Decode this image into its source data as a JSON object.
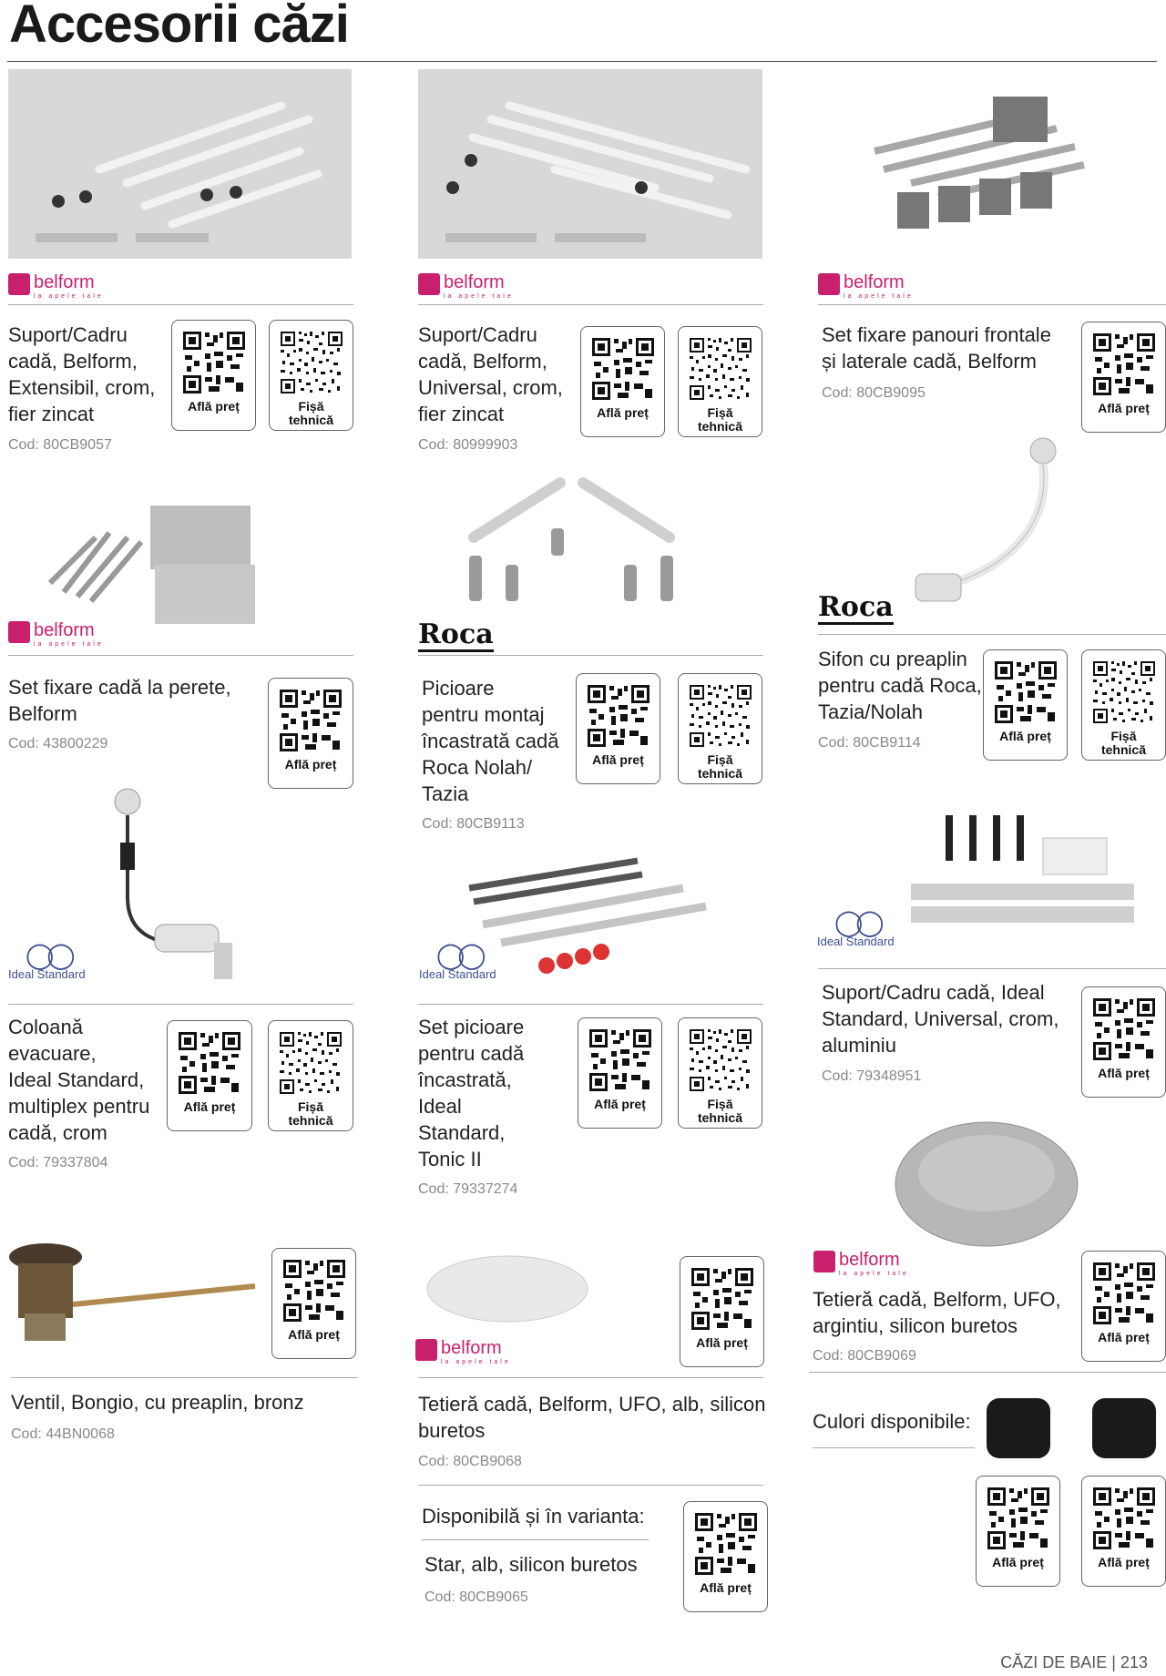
{
  "page": {
    "title": "Accesorii căzi",
    "footer_section": "CĂZI DE BAIE",
    "footer_sep": "|",
    "page_number": "213"
  },
  "labels": {
    "price": "Află preț",
    "tech_line1": "Fișă",
    "tech_line2": "tehnică",
    "colors": "Culori disponibile:",
    "variant": "Disponibilă și în varianta:"
  },
  "brands": {
    "belform": "belform",
    "belform_tagline": "la apele tale",
    "roca": "Roca",
    "ideal": "Ideal Standard"
  },
  "products": [
    {
      "title_lines": [
        "Suport/Cadru",
        "cadă, Belform,",
        "Extensibil, crom,",
        "fier zincat"
      ],
      "code": "Cod: 80CB9057"
    },
    {
      "title_lines": [
        "Suport/Cadru",
        "cadă, Belform,",
        "Universal, crom,",
        "fier zincat"
      ],
      "code": "Cod: 80999903"
    },
    {
      "title_lines": [
        "Set fixare panouri frontale",
        "și laterale cadă, Belform"
      ],
      "code": "Cod: 80CB9095"
    },
    {
      "title_lines": [
        "Set fixare cadă la perete,",
        "Belform"
      ],
      "code": "Cod: 43800229"
    },
    {
      "title_lines": [
        "Picioare",
        "pentru montaj",
        "încastrată cadă",
        "Roca Nolah/",
        "Tazia"
      ],
      "code": "Cod: 80CB9113"
    },
    {
      "title_lines": [
        "Sifon cu preaplin",
        "pentru cadă Roca,",
        "Tazia/Nolah"
      ],
      "code": "Cod: 80CB9114"
    },
    {
      "title_lines": [
        "Coloană",
        "evacuare,",
        "Ideal Standard,",
        "multiplex pentru",
        "cadă, crom"
      ],
      "code": "Cod: 79337804"
    },
    {
      "title_lines": [
        "Set picioare",
        "pentru cadă",
        "încastrată,",
        "Ideal",
        "Standard,",
        "Tonic II"
      ],
      "code": "Cod: 79337274"
    },
    {
      "title_lines": [
        "Suport/Cadru cadă, Ideal",
        "Standard, Universal, crom,",
        "aluminiu"
      ],
      "code": "Cod: 79348951"
    },
    {
      "title_lines": [
        "Ventil, Bongio, cu preaplin, bronz"
      ],
      "code": "Cod: 44BN0068"
    },
    {
      "title_lines": [
        "Tetieră cadă, Belform, UFO, alb, silicon",
        "buretos"
      ],
      "code": "Cod: 80CB9068"
    },
    {
      "title_lines": [
        "Tetieră cadă, Belform, UFO,",
        "argintiu, silicon buretos"
      ],
      "code": "Cod: 80CB9069"
    }
  ],
  "variant": {
    "title": "Star, alb, silicon buretos",
    "code": "Cod: 80CB9065"
  },
  "colors": {
    "swatch": "#1a1a1a",
    "belform": "#c8206c",
    "ideal": "#3d4f8f"
  }
}
